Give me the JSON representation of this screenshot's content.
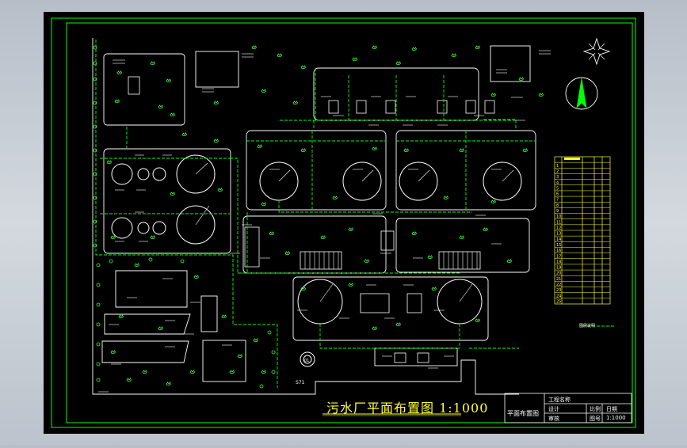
{
  "drawing": {
    "title": "污水厂平面布置图 1:1000",
    "title_block": {
      "cells": [
        "工程名称",
        "平面布置图",
        "比例",
        "图号",
        "1:1000",
        "日期",
        "设计",
        "审核"
      ]
    },
    "legend_label": "图例说明",
    "table_rows": [
      "1",
      "2",
      "3",
      "4",
      "5",
      "6",
      "7",
      "8",
      "9",
      "10",
      "11",
      "12",
      "13",
      "14",
      "15",
      "16",
      "17",
      "18",
      "19",
      "20",
      "21",
      "22",
      "23",
      "24",
      "25"
    ],
    "marks": [
      "S71",
      "01"
    ]
  },
  "colors": {
    "background": "#000000",
    "frame": "#00ff00",
    "pipe": "#00ff00",
    "building": "#ffffff",
    "tree": "#33ff33",
    "title_text": "#ffff33",
    "table": "#ffff33"
  },
  "icons": [
    "north-arrow-icon",
    "compass-rose-icon"
  ]
}
